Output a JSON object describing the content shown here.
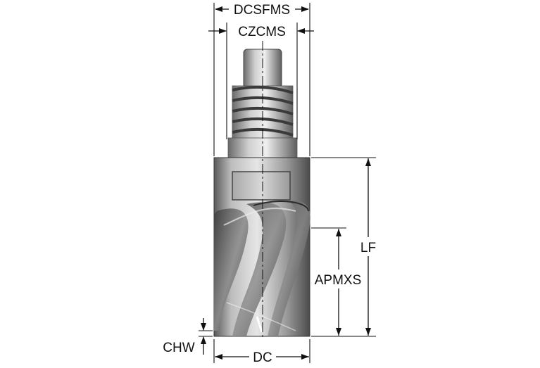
{
  "labels": {
    "dcsfms": "DCSFMS",
    "czcms": "CZCMS",
    "lf": "LF",
    "apmxs": "APMXS",
    "chw": "CHW",
    "dc": "DC"
  },
  "colors": {
    "line": "#111111",
    "tool_light": "#d9d9d9",
    "tool_mid": "#9a9a9a",
    "tool_dark": "#4a4a4a",
    "background": "#ffffff"
  }
}
